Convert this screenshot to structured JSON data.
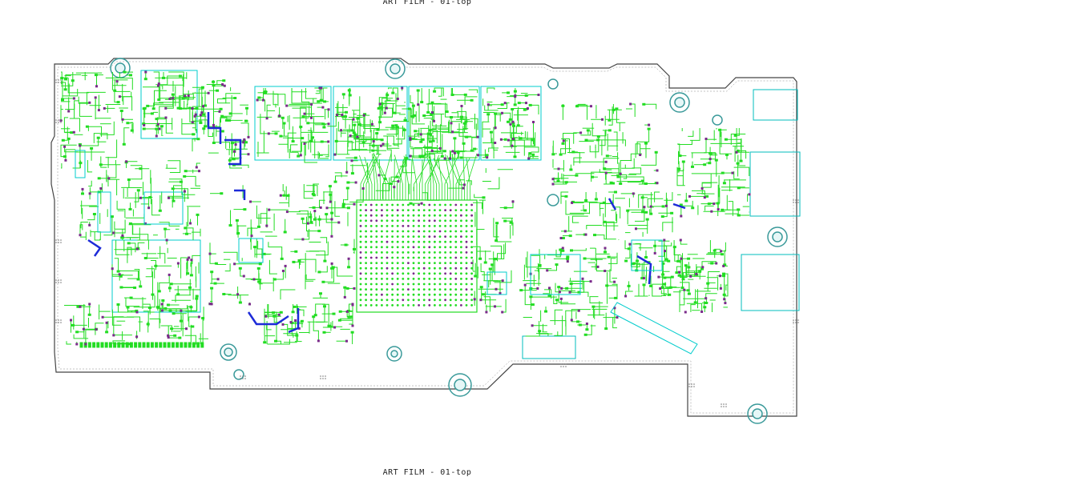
{
  "header": {
    "title": "ART FILM - 01-top"
  },
  "footer": {
    "title": "ART FILM - 01-top"
  },
  "board": {
    "layer": "01-top",
    "colors": {
      "outline": "#444444",
      "copper": "#22dd22",
      "silkscreen": "#00cccc",
      "via": "#7a2a8a",
      "highlight": "#1d2bd8",
      "background": "#ffffff"
    }
  }
}
